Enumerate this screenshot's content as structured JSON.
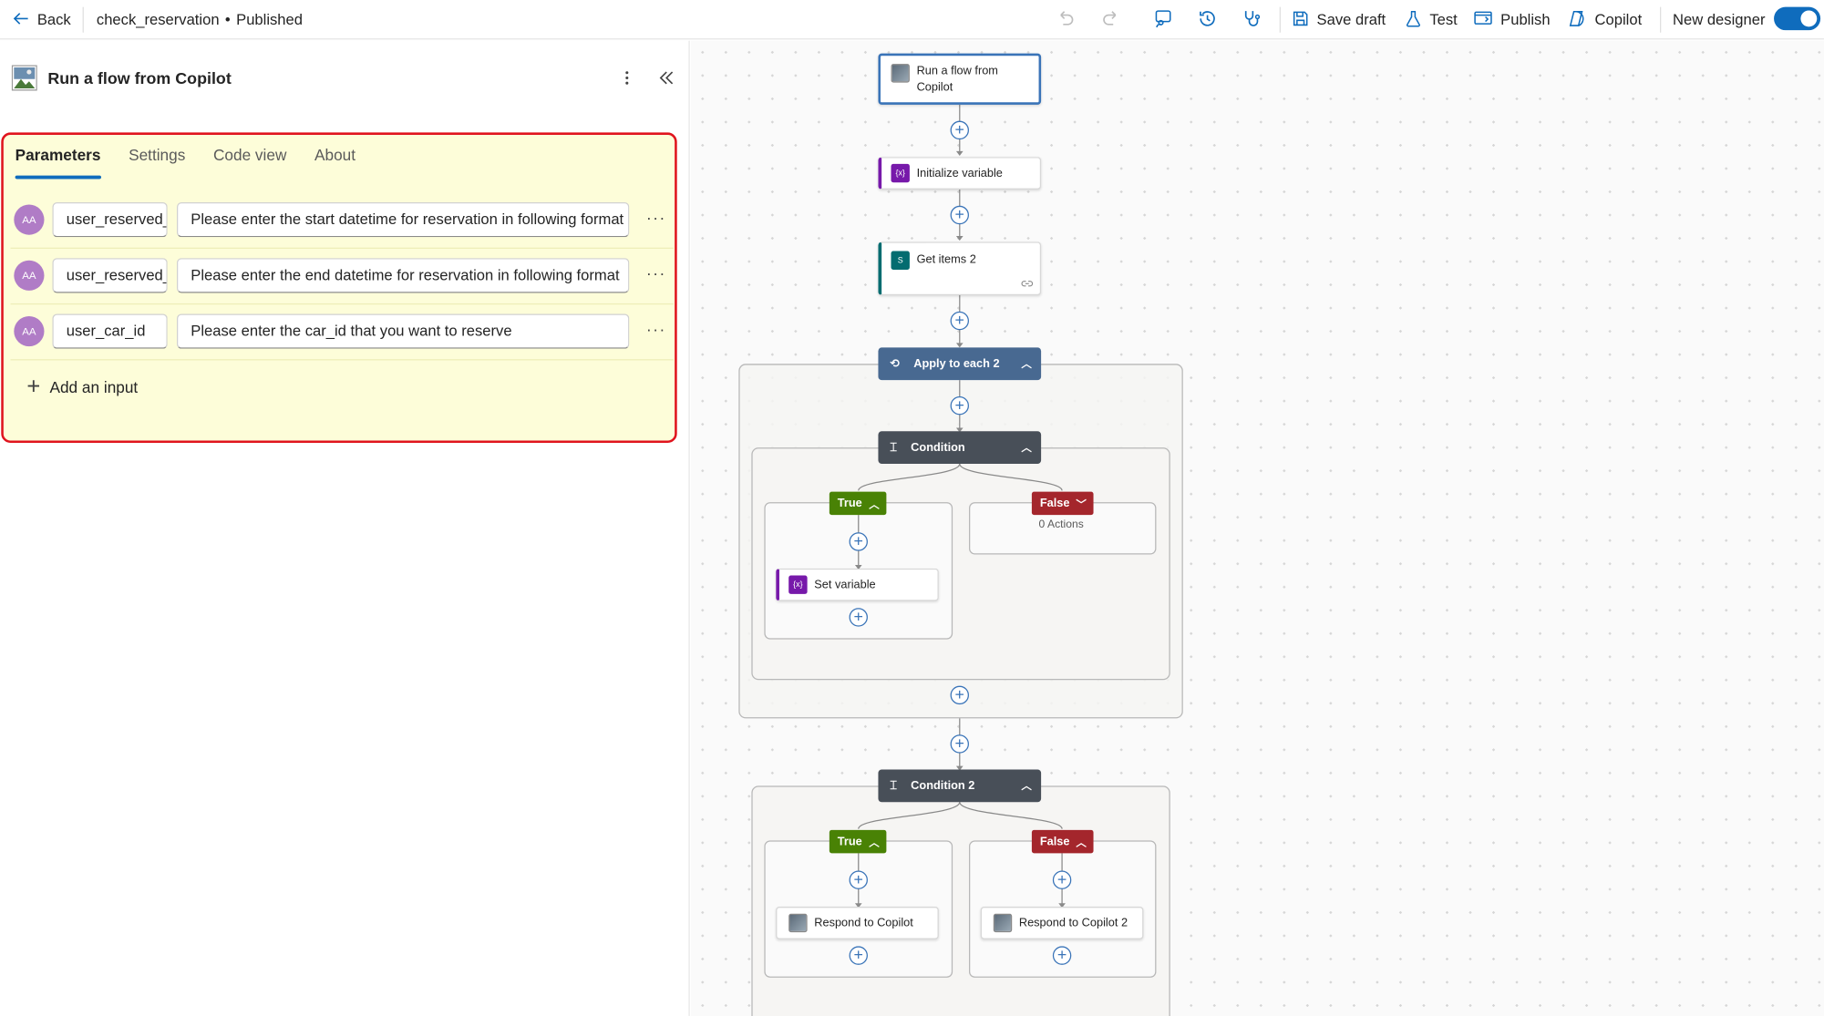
{
  "topbar": {
    "back_label": "Back",
    "flow_name": "check_reservation",
    "separator": "•",
    "status": "Published",
    "save_draft": "Save draft",
    "test": "Test",
    "publish": "Publish",
    "copilot": "Copilot",
    "new_designer": "New designer",
    "new_designer_on": true
  },
  "panel": {
    "title": "Run a flow from Copilot",
    "tabs": [
      {
        "label": "Parameters",
        "active": true
      },
      {
        "label": "Settings",
        "active": false
      },
      {
        "label": "Code view",
        "active": false
      },
      {
        "label": "About",
        "active": false
      }
    ],
    "params": [
      {
        "avatar": "AA",
        "name": "user_reserved_start",
        "description": "Please enter the start datetime for reservation in following format"
      },
      {
        "avatar": "AA",
        "name": "user_reserved_end",
        "description": "Please enter the end datetime for reservation in following format"
      },
      {
        "avatar": "AA",
        "name": "user_car_id",
        "description": "Please enter the car_id that you want to reserve"
      }
    ],
    "add_input": "Add an input"
  },
  "flow": {
    "trigger": "Run a flow from Copilot",
    "init_var": "Initialize variable",
    "get_items": "Get items 2",
    "apply_each": "Apply to each 2",
    "condition": "Condition",
    "true_label": "True",
    "false_label": "False",
    "zero_actions": "0 Actions",
    "set_var": "Set variable",
    "condition2": "Condition 2",
    "true2": "True",
    "false2": "False",
    "respond1": "Respond to Copilot",
    "respond2": "Respond to Copilot 2"
  },
  "colors": {
    "accent": "#0f6cbd",
    "highlight_border": "#e0141e",
    "highlight_bg": "#fdfdd9",
    "true_green": "#498205",
    "false_red": "#a4262c",
    "apply_blue": "#486991",
    "condition_dark": "#484f58"
  }
}
